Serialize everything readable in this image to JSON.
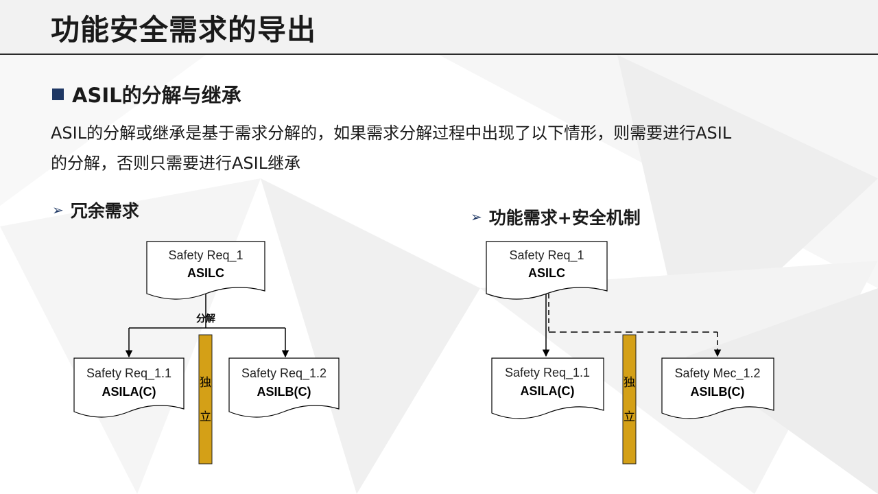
{
  "header": {
    "title": "功能安全需求的导出"
  },
  "section": {
    "heading": "ASIL的分解与继承"
  },
  "intro": {
    "line1": "ASIL的分解或继承是基于需求分解的，如果需求分解过程中出现了以下情形，则需要进行ASIL",
    "line2": "的分解，否则只需要进行ASIL继承"
  },
  "left_diagram": {
    "heading": "冗余需求",
    "parent": {
      "name": "Safety Req_1",
      "asil": "ASILC"
    },
    "connector_label": "分解",
    "child1": {
      "name": "Safety Req_1.1",
      "asil": "ASILA(C)"
    },
    "child2": {
      "name": "Safety Req_1.2",
      "asil": "ASILB(C)"
    },
    "independence_char1": "独",
    "independence_char2": "立"
  },
  "right_diagram": {
    "heading": "功能需求+安全机制",
    "parent": {
      "name": "Safety Req_1",
      "asil": "ASILC"
    },
    "child1": {
      "name": "Safety Req_1.1",
      "asil": "ASILA(C)"
    },
    "child2": {
      "name": "Safety Mec_1.2",
      "asil": "ASILB(C)"
    },
    "independence_char1": "独",
    "independence_char2": "立"
  },
  "colors": {
    "accent": "#1f3864",
    "independence_bar": "#d4a017",
    "title_bar": "#f2f2f2"
  }
}
